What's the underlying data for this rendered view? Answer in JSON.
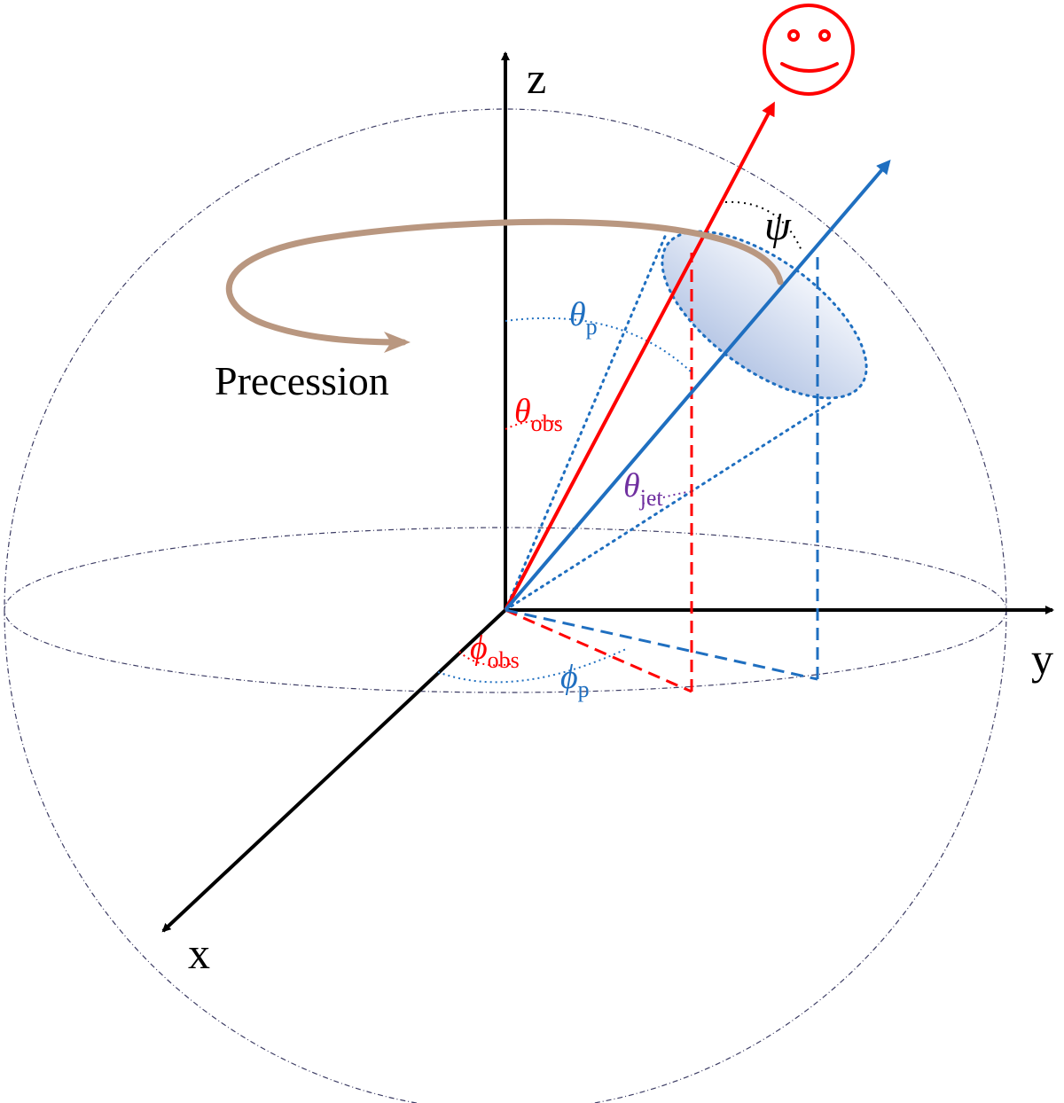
{
  "axes": {
    "x": "x",
    "y": "y",
    "z": "z"
  },
  "labels": {
    "precession": "Precession",
    "psi": "ψ",
    "theta_p": {
      "sym": "θ",
      "sub": "p"
    },
    "theta_obs": {
      "sym": "θ",
      "sub": "obs"
    },
    "theta_jet": {
      "sym": "θ",
      "sub": "jet"
    },
    "phi_obs": {
      "sym": "ϕ",
      "sub": "obs"
    },
    "phi_p": {
      "sym": "ϕ",
      "sub": "p"
    }
  },
  "colors": {
    "observer": "#ff0000",
    "jet": "#1f6fc0",
    "precession": "#b99780",
    "theta_jet": "#7030a0",
    "axis": "#000000",
    "sphere": "#3c3c64"
  },
  "icons": {
    "observer": "smiley-face-icon"
  }
}
